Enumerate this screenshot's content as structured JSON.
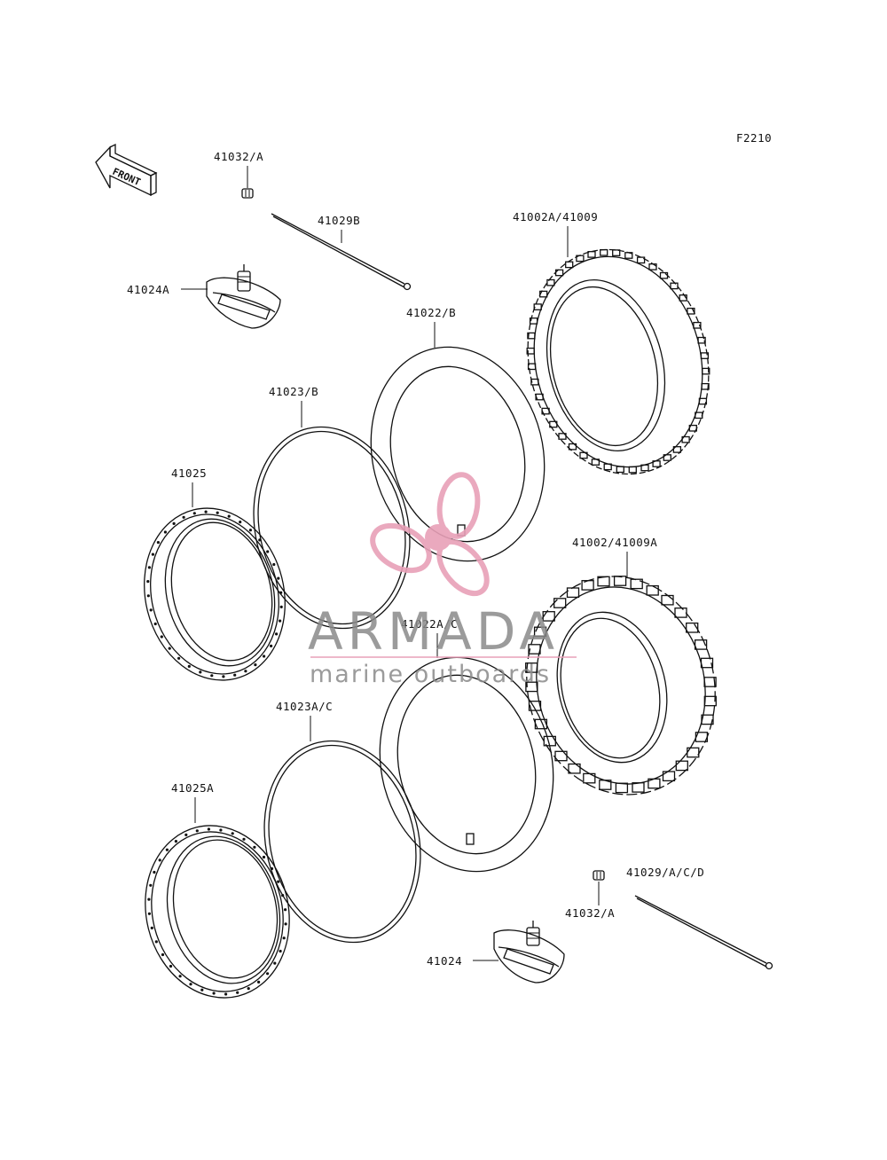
{
  "diagram": {
    "code": "F2210",
    "front_label": "FRONT"
  },
  "parts": [
    {
      "id": "41032-a-top",
      "label": "41032/A"
    },
    {
      "id": "41029b",
      "label": "41029B"
    },
    {
      "id": "41024a",
      "label": "41024A"
    },
    {
      "id": "41002a-41009",
      "label": "41002A/41009"
    },
    {
      "id": "41022-b",
      "label": "41022/B"
    },
    {
      "id": "41023-b",
      "label": "41023/B"
    },
    {
      "id": "41025",
      "label": "41025"
    },
    {
      "id": "41002-41009a",
      "label": "41002/41009A"
    },
    {
      "id": "41022a-c",
      "label": "41022A/C"
    },
    {
      "id": "41023a-c",
      "label": "41023A/C"
    },
    {
      "id": "41025a",
      "label": "41025A"
    },
    {
      "id": "41029-acd",
      "label": "41029/A/C/D"
    },
    {
      "id": "41032-a-bottom",
      "label": "41032/A"
    },
    {
      "id": "41024",
      "label": "41024"
    }
  ],
  "watermark": {
    "brand": "ARMADA",
    "tagline": "marine outboards",
    "logo_color": "#e8a0b8",
    "text_color": "#8a8a8a"
  }
}
